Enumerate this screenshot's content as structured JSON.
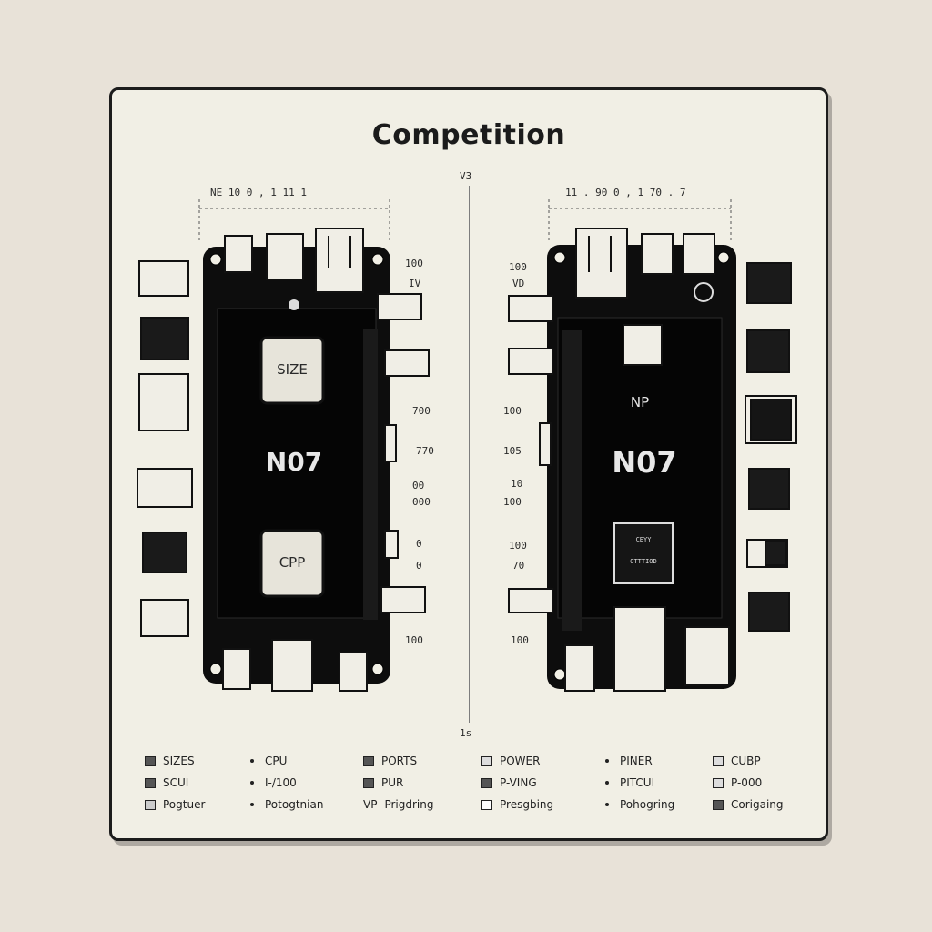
{
  "title": "Competition",
  "vs_top": "V3",
  "vs_bottom": "1s",
  "left_board": {
    "ruler": "NE 10    0 , 1   11  1",
    "chip_top": "SIZE",
    "model": "N07",
    "chip_bottom": "CPP",
    "annotations": [
      "100",
      "IV",
      "700",
      "770",
      "00",
      "000",
      "0",
      "0",
      "100"
    ]
  },
  "right_board": {
    "ruler": "11 . 90    0 ,  1   70 . 7",
    "chip_label": "NP",
    "model": "N07",
    "chip_small_line1": "CEYY",
    "chip_small_line2": "OTTTIOD",
    "annotations": [
      "100",
      "VD",
      "100",
      "105",
      "10",
      "100",
      "100",
      "70",
      "100"
    ]
  },
  "legend": [
    {
      "label": "SIZES",
      "marker": "square-dark"
    },
    {
      "label": "CPU",
      "marker": "dot"
    },
    {
      "label": "PORTS",
      "marker": "square-dark"
    },
    {
      "label": "POWER",
      "marker": "square-light"
    },
    {
      "label": "PINER",
      "marker": "dot"
    },
    {
      "label": "CUBP",
      "marker": "square-light"
    },
    {
      "label": "SCUI",
      "marker": "square-dark"
    },
    {
      "label": "I-/100",
      "marker": "dot"
    },
    {
      "label": "PUR",
      "marker": "square-dark"
    },
    {
      "label": "P-VING",
      "marker": "square-dark"
    },
    {
      "label": "PITCUI",
      "marker": "dot"
    },
    {
      "label": "P-000",
      "marker": "square-light"
    },
    {
      "label": "Pogtuer",
      "marker": "square-light"
    },
    {
      "label": "Potogtnian",
      "marker": "dot"
    },
    {
      "label": "Prigdring",
      "marker": "text-VP"
    },
    {
      "label": "Presgbing",
      "marker": "square-white"
    },
    {
      "label": "Pohogring",
      "marker": "dot"
    },
    {
      "label": "Corigaing",
      "marker": "square-dark"
    }
  ],
  "legend_vp": "VP",
  "colors": {
    "board": "#0d0d0d",
    "paper": "#f1efe5",
    "ink": "#1b1b1b",
    "connector": "#f0eee6"
  }
}
